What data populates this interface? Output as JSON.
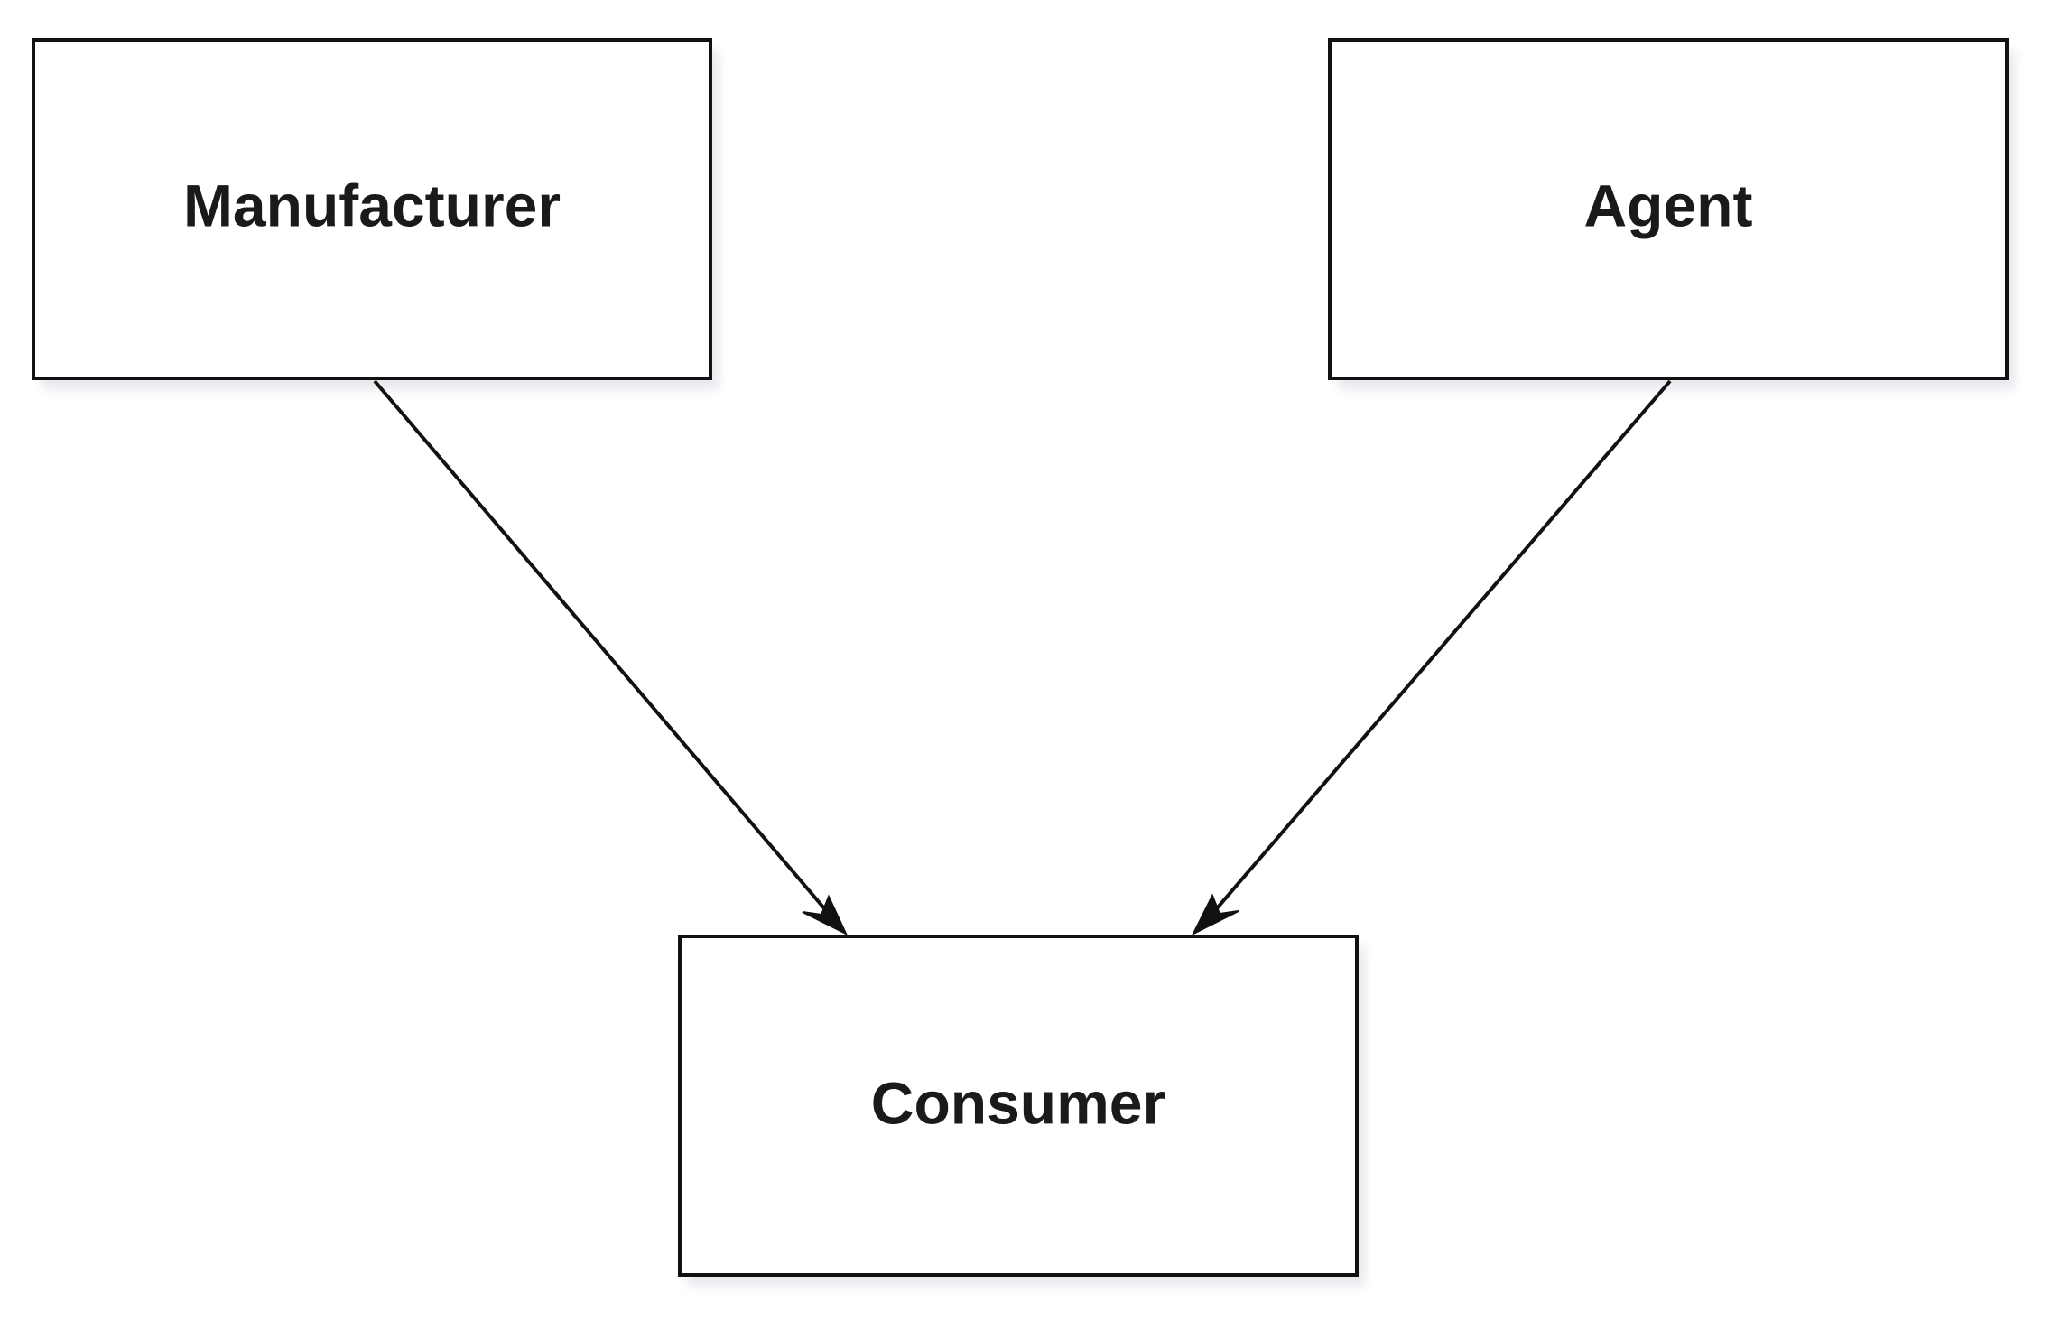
{
  "diagram": {
    "nodes": [
      {
        "id": "manufacturer",
        "label": "Manufacturer"
      },
      {
        "id": "agent",
        "label": "Agent"
      },
      {
        "id": "consumer",
        "label": "Consumer"
      }
    ],
    "edges": [
      {
        "from": "manufacturer",
        "to": "consumer",
        "directed": true
      },
      {
        "from": "agent",
        "to": "consumer",
        "directed": true
      }
    ]
  }
}
